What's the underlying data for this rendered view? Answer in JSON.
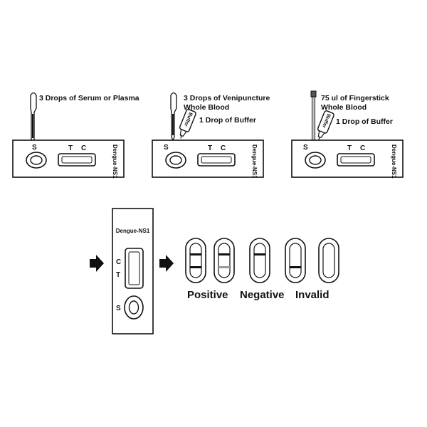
{
  "panels": [
    {
      "instruction_1": "3 Drops of Serum or Plasma",
      "instruction_2": "",
      "buffer": "",
      "well_label": "S",
      "t_label": "T",
      "c_label": "C",
      "brand": "Dengue-NS1"
    },
    {
      "instruction_1": "3 Drops of Venipuncture",
      "instruction_2": "Whole Blood",
      "buffer": "1 Drop of Buffer",
      "bottle_label": "Buffer",
      "well_label": "S",
      "t_label": "T",
      "c_label": "C",
      "brand": "Dengue-NS1"
    },
    {
      "instruction_1": "75 ul of Fingerstick",
      "instruction_2": "Whole Blood",
      "buffer": "1 Drop of Buffer",
      "bottle_label": "Buffer",
      "well_label": "S",
      "t_label": "T",
      "c_label": "C",
      "brand": "Dengue-NS1"
    }
  ],
  "cassette": {
    "brand": "Dengue-NS1",
    "c_label": "C",
    "t_label": "T",
    "s_label": "S"
  },
  "results": {
    "positive": "Positive",
    "negative": "Negative",
    "invalid": "Invalid",
    "strips": [
      {
        "result": "positive",
        "control_line": true,
        "test_line": true,
        "test_faint": false
      },
      {
        "result": "positive",
        "control_line": true,
        "test_line": true,
        "test_faint": true
      },
      {
        "result": "negative",
        "control_line": true,
        "test_line": false,
        "test_faint": false
      },
      {
        "result": "invalid",
        "control_line": false,
        "test_line": true,
        "test_faint": false
      },
      {
        "result": "invalid",
        "control_line": false,
        "test_line": false,
        "test_faint": false
      }
    ]
  },
  "colors": {
    "ink": "#111111",
    "faint_line": "#9a9a9a",
    "background": "#ffffff"
  },
  "icons": [
    "dropper-icon",
    "buffer-bottle-icon",
    "capillary-tube-icon",
    "arrow-right-icon"
  ]
}
